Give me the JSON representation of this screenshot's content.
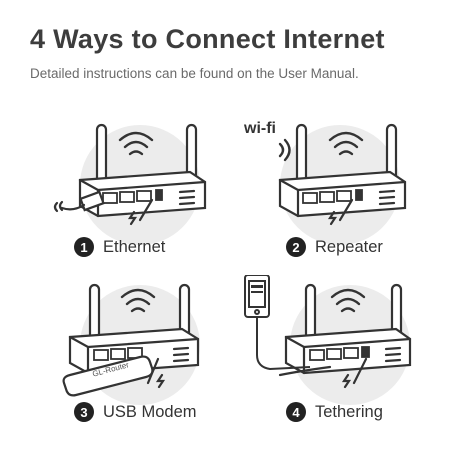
{
  "header": {
    "title": "4 Ways to Connect Internet",
    "subtitle": "Detailed instructions can be found on the User Manual."
  },
  "methods": [
    {
      "number": "1",
      "label": "Ethernet"
    },
    {
      "number": "2",
      "label": "Repeater"
    },
    {
      "number": "3",
      "label": "USB Modem"
    },
    {
      "number": "4",
      "label": "Tethering"
    }
  ],
  "wifi_text": "wi-fi",
  "modem_brand": "GL-Router",
  "icons": [
    "wifi-signal-icon",
    "power-plug-icon",
    "ethernet-cable-icon",
    "usb-modem-icon",
    "smartphone-icon"
  ],
  "colors": {
    "ink": "#333333",
    "badge": "#222222",
    "router_fill": "#ffffff",
    "glow": "#e9e9e9"
  }
}
